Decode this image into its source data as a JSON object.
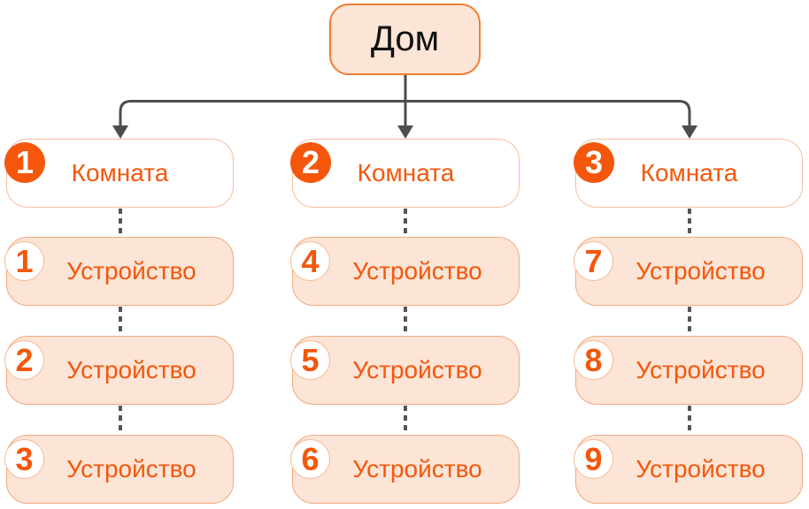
{
  "root": {
    "label": "Дом"
  },
  "columns": [
    {
      "room": {
        "number": "1",
        "label": "Комната"
      },
      "devices": [
        {
          "number": "1",
          "label": "Устройство"
        },
        {
          "number": "2",
          "label": "Устройство"
        },
        {
          "number": "3",
          "label": "Устройство"
        }
      ]
    },
    {
      "room": {
        "number": "2",
        "label": "Комната"
      },
      "devices": [
        {
          "number": "4",
          "label": "Устройство"
        },
        {
          "number": "5",
          "label": "Устройство"
        },
        {
          "number": "6",
          "label": "Устройство"
        }
      ]
    },
    {
      "room": {
        "number": "3",
        "label": "Комната"
      },
      "devices": [
        {
          "number": "7",
          "label": "Устройство"
        },
        {
          "number": "8",
          "label": "Устройство"
        },
        {
          "number": "9",
          "label": "Устройство"
        }
      ]
    }
  ],
  "colors": {
    "accent": "#F4570C",
    "node_fill": "#FCE5D6",
    "root_border": "#EF7D33",
    "room_border": "#F6BD9C",
    "device_border": "#F2A87E",
    "device_badge_border": "#F6BB97",
    "connector": "#4D4D4D",
    "dash": "#555555",
    "root_text": "#111111"
  }
}
